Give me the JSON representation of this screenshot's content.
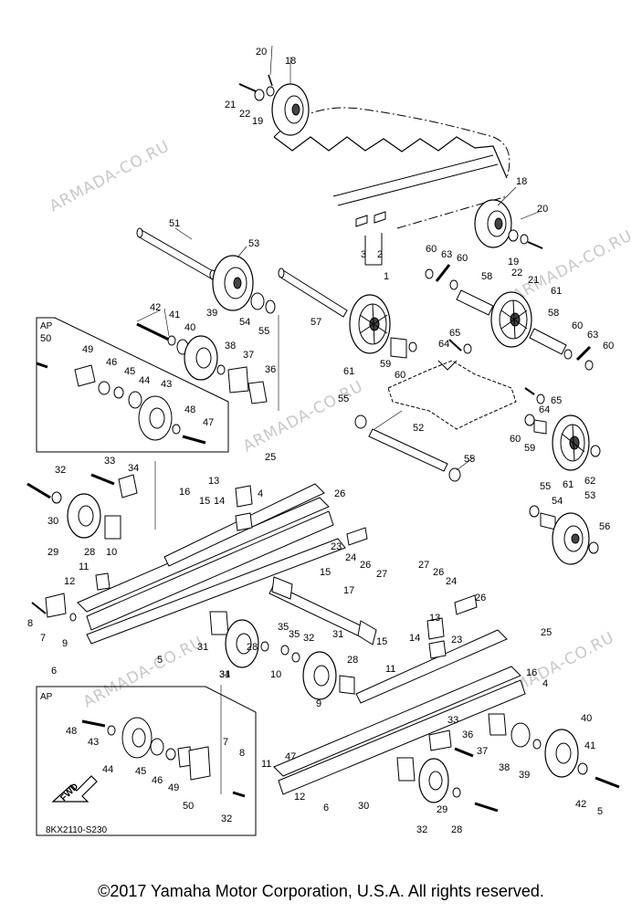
{
  "diagram_code": "8KX2110-S230",
  "copyright": "©2017 Yamaha Motor Corporation, U.S.A. All rights reserved.",
  "watermarks": [
    "ARMADA-CO.RU",
    "ARMADA-CO.RU",
    "ARMADA-CO.RU",
    "ARMADA-CO.RU",
    "ARMADA-CO.RU"
  ],
  "ap_label": "AP",
  "fwd_label": "FWD",
  "callouts": [
    "20",
    "18",
    "21",
    "22",
    "19",
    "18",
    "20",
    "19",
    "22",
    "21",
    "51",
    "53",
    "3",
    "2",
    "1",
    "60",
    "63",
    "60",
    "58",
    "61",
    "42",
    "41",
    "40",
    "39",
    "54",
    "55",
    "57",
    "58",
    "60",
    "63",
    "60",
    "65",
    "64",
    "50",
    "49",
    "46",
    "45",
    "44",
    "43",
    "38",
    "37",
    "36",
    "59",
    "60",
    "48",
    "47",
    "61",
    "65",
    "64",
    "60",
    "59",
    "55",
    "52",
    "55",
    "62",
    "32",
    "33",
    "34",
    "25",
    "13",
    "16",
    "15",
    "14",
    "4",
    "26",
    "30",
    "29",
    "28",
    "10",
    "12",
    "11",
    "9",
    "8",
    "7",
    "23",
    "24",
    "26",
    "27",
    "5",
    "6",
    "55",
    "54",
    "53",
    "56",
    "61",
    "15",
    "17",
    "27",
    "26",
    "24",
    "13",
    "26",
    "35",
    "35",
    "32",
    "31",
    "14",
    "23",
    "25",
    "31",
    "28",
    "15",
    "16",
    "4",
    "11",
    "10",
    "9",
    "7",
    "8",
    "11",
    "47",
    "48",
    "43",
    "44",
    "45",
    "46",
    "49",
    "50",
    "32",
    "28",
    "31",
    "34",
    "33",
    "36",
    "37",
    "38",
    "39",
    "40",
    "41",
    "42",
    "5",
    "6",
    "12",
    "30",
    "29",
    "32",
    "28"
  ]
}
